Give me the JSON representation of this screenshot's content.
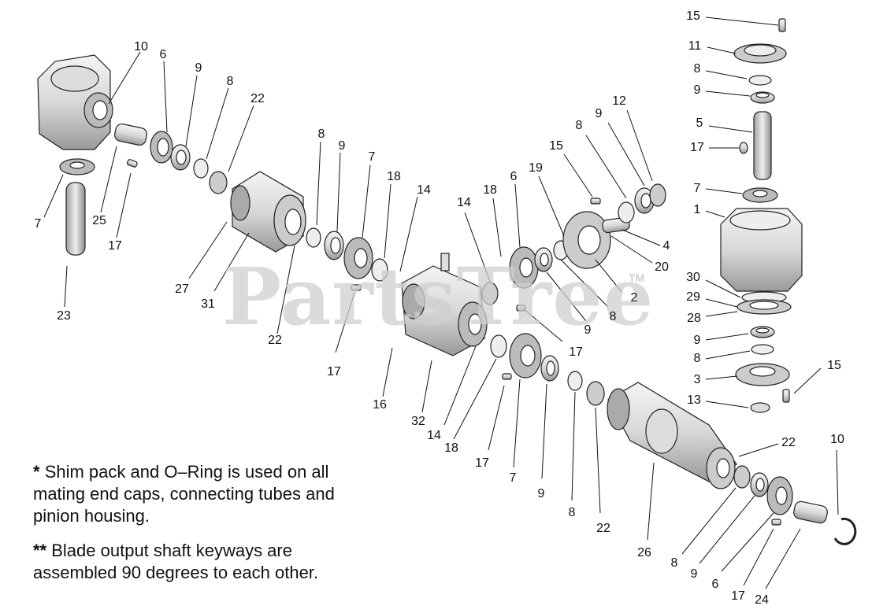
{
  "watermark": {
    "text": "PartsTree",
    "trademark": "TM"
  },
  "notes": [
    {
      "marker": "*",
      "text": "Shim pack and O–Ring is used on all mating end caps, connecting tubes and pinion housing."
    },
    {
      "marker": "**",
      "text": "Blade output shaft keyways are assembled 90 degrees to each other."
    }
  ],
  "callouts": {
    "c01": "10",
    "c02": "6",
    "c03": "9",
    "c04": "8",
    "c05": "22",
    "c06": "7",
    "c07": "25",
    "c08": "17",
    "c09": "23",
    "c10": "8",
    "c11": "9",
    "c12": "7",
    "c13": "18",
    "c14": "14",
    "c15": "27",
    "c16": "31",
    "c17": "22",
    "c18": "17",
    "c19": "14",
    "c20": "18",
    "c21": "6",
    "c22": "19",
    "c23": "15",
    "c24": "8",
    "c25": "9",
    "c26": "12",
    "c27": "4",
    "c28": "20",
    "c29": "2",
    "c30": "8",
    "c31": "9",
    "c32": "17",
    "c33": "16",
    "c34": "32",
    "c35": "14",
    "c36": "18",
    "c37": "17",
    "c38": "7",
    "c39": "9",
    "c40": "8",
    "c41": "22",
    "c42": "26",
    "c43": "22",
    "c44": "10",
    "c45": "8",
    "c46": "9",
    "c47": "6",
    "c48": "17",
    "c49": "24",
    "c50": "15",
    "c51": "11",
    "c52": "8",
    "c53": "9",
    "c54": "5",
    "c55": "17",
    "c56": "7",
    "c57": "1",
    "c58": "30",
    "c59": "29",
    "c60": "28",
    "c61": "9",
    "c62": "8",
    "c63": "3",
    "c64": "15",
    "c65": "13"
  }
}
